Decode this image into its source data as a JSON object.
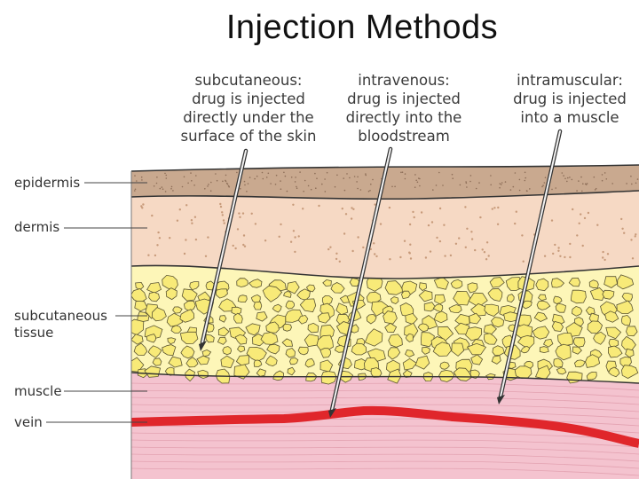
{
  "title": "Injection Methods",
  "captions": [
    {
      "lines": [
        "subcutaneous:",
        "drug is injected",
        "directly under the",
        "surface of the skin"
      ]
    },
    {
      "lines": [
        "intravenous:",
        "drug is injected",
        "directly into the",
        "bloodstream"
      ]
    },
    {
      "lines": [
        "intramuscular:",
        "drug is injected",
        "into a muscle"
      ]
    }
  ],
  "layer_labels": {
    "epidermis": "epidermis",
    "dermis": "dermis",
    "subcutaneous_1": "subcutaneous",
    "subcutaneous_2": "tissue",
    "muscle": "muscle",
    "vein": "vein"
  },
  "colors": {
    "epidermis": "#c9a98f",
    "dermis": "#f6d9c4",
    "subcutaneous": "#fdf6b8",
    "fat_cell": "#f8ea78",
    "muscle": "#f4c3cf",
    "vein": "#e0262b"
  }
}
